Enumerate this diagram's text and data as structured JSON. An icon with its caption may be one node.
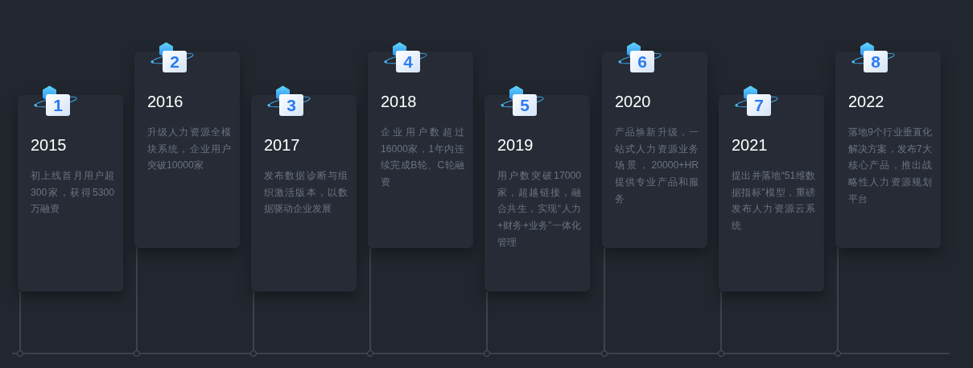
{
  "diagram": {
    "nodes": [
      {
        "text": [
          "1",
          "2015",
          "初上线首月用户超300家，获得5300万融资"
        ]
      },
      {
        "text": [
          "2",
          "2016",
          "升级人力资源全模块系统，企业用户突破10000家"
        ]
      },
      {
        "text": [
          "3",
          "2017",
          "发布数据诊断与组织激活版本，以数据驱动企业发展"
        ]
      },
      {
        "text": [
          "4",
          "2018",
          "企业用户数超过16000家，1年内连续完成B轮、C轮融资"
        ]
      },
      {
        "text": [
          "5",
          "2019",
          "用户数突破17000家，超越链接，融合共生，实现“人力+财务+业务”一体化管理"
        ]
      },
      {
        "text": [
          "6",
          "2020",
          "产品焕新升级，一站式人力资源业务场景，20000+HR提供专业产品和服务"
        ]
      },
      {
        "text": [
          "7",
          "2021",
          "提出并落地“51维数据指标”模型，重磅发布人力资源云系统"
        ]
      },
      {
        "text": [
          "8",
          "2022",
          "落地9个行业垂直化解决方案，发布7大核心产品，推出战略性人力资源规划平台"
        ]
      },
      {
        "text": [],
        "shape": "circle"
      },
      {
        "text": [],
        "shape": "circle"
      },
      {
        "text": [],
        "shape": "circle"
      },
      {
        "text": [],
        "shape": "circle"
      },
      {
        "text": [],
        "shape": "circle"
      },
      {
        "text": [],
        "shape": "circle"
      },
      {
        "text": [],
        "shape": "circle"
      },
      {
        "text": [],
        "shape": "circle"
      }
    ],
    "edges": [
      {
        "from": 0,
        "to": 8,
        "arrow": "none"
      },
      {
        "from": 1,
        "to": 9,
        "arrow": "none"
      },
      {
        "from": 2,
        "to": 10,
        "arrow": "none"
      },
      {
        "from": 3,
        "to": 11,
        "arrow": "none"
      },
      {
        "from": 4,
        "to": 12,
        "arrow": "none"
      },
      {
        "from": 5,
        "to": 13,
        "arrow": "none"
      },
      {
        "from": 6,
        "to": 14,
        "arrow": "none"
      },
      {
        "from": 7,
        "to": 15,
        "arrow": "none"
      }
    ]
  }
}
